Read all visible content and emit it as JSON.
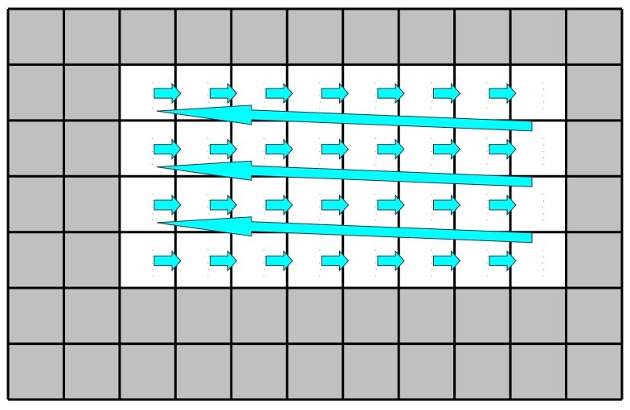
{
  "grid": {
    "cols": 11,
    "rows": 7,
    "active_region": {
      "col_start": 2,
      "col_end": 9,
      "row_start": 1,
      "row_end": 4
    }
  },
  "arrows": {
    "forward_per_row": 7,
    "return_count": 3
  },
  "colors": {
    "inactive_cell": "#c0c0c0",
    "active_cell": "#ffffff",
    "grid_line": "#000000",
    "arrow_fill": "#00ffff",
    "arrow_stroke": "#1a3a4a"
  }
}
